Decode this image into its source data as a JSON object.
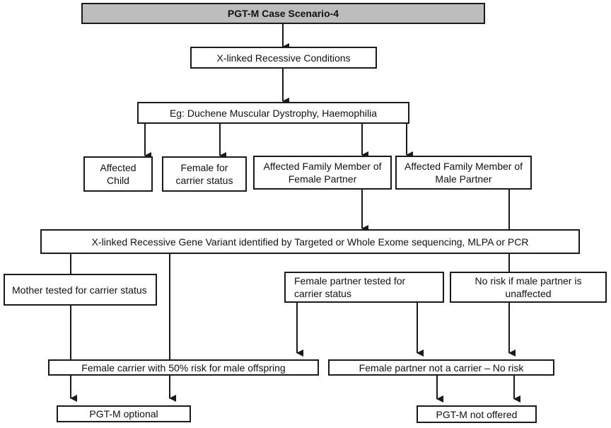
{
  "nodes": {
    "title": "PGT-M Case Scenario-4",
    "xlinked": "X-linked Recessive Conditions",
    "examples": "Eg: Duchene Muscular Dystrophy, Haemophilia",
    "affected_child": "Affected Child",
    "female_carrier_status": "Female for carrier status",
    "affected_female_partner": "Affected Family Member of Female Partner",
    "affected_male_partner": "Affected Family Member of Male Partner",
    "gene_variant": "X-linked Recessive Gene Variant identified by Targeted or Whole Exome sequencing, MLPA or PCR",
    "mother_tested": "Mother tested for carrier status",
    "female_partner_tested": "Female partner tested for carrier status",
    "no_risk_male": "No risk if male partner is unaffected",
    "female_carrier_risk": "Female carrier with 50% risk for male offspring",
    "not_carrier": "Female partner not a carrier – No risk",
    "pgtm_optional": "PGT-M optional",
    "pgtm_not_offered": "PGT-M not offered"
  },
  "colors": {
    "title_fill": "#bdbdbd",
    "stroke": "#1a1a1a"
  }
}
